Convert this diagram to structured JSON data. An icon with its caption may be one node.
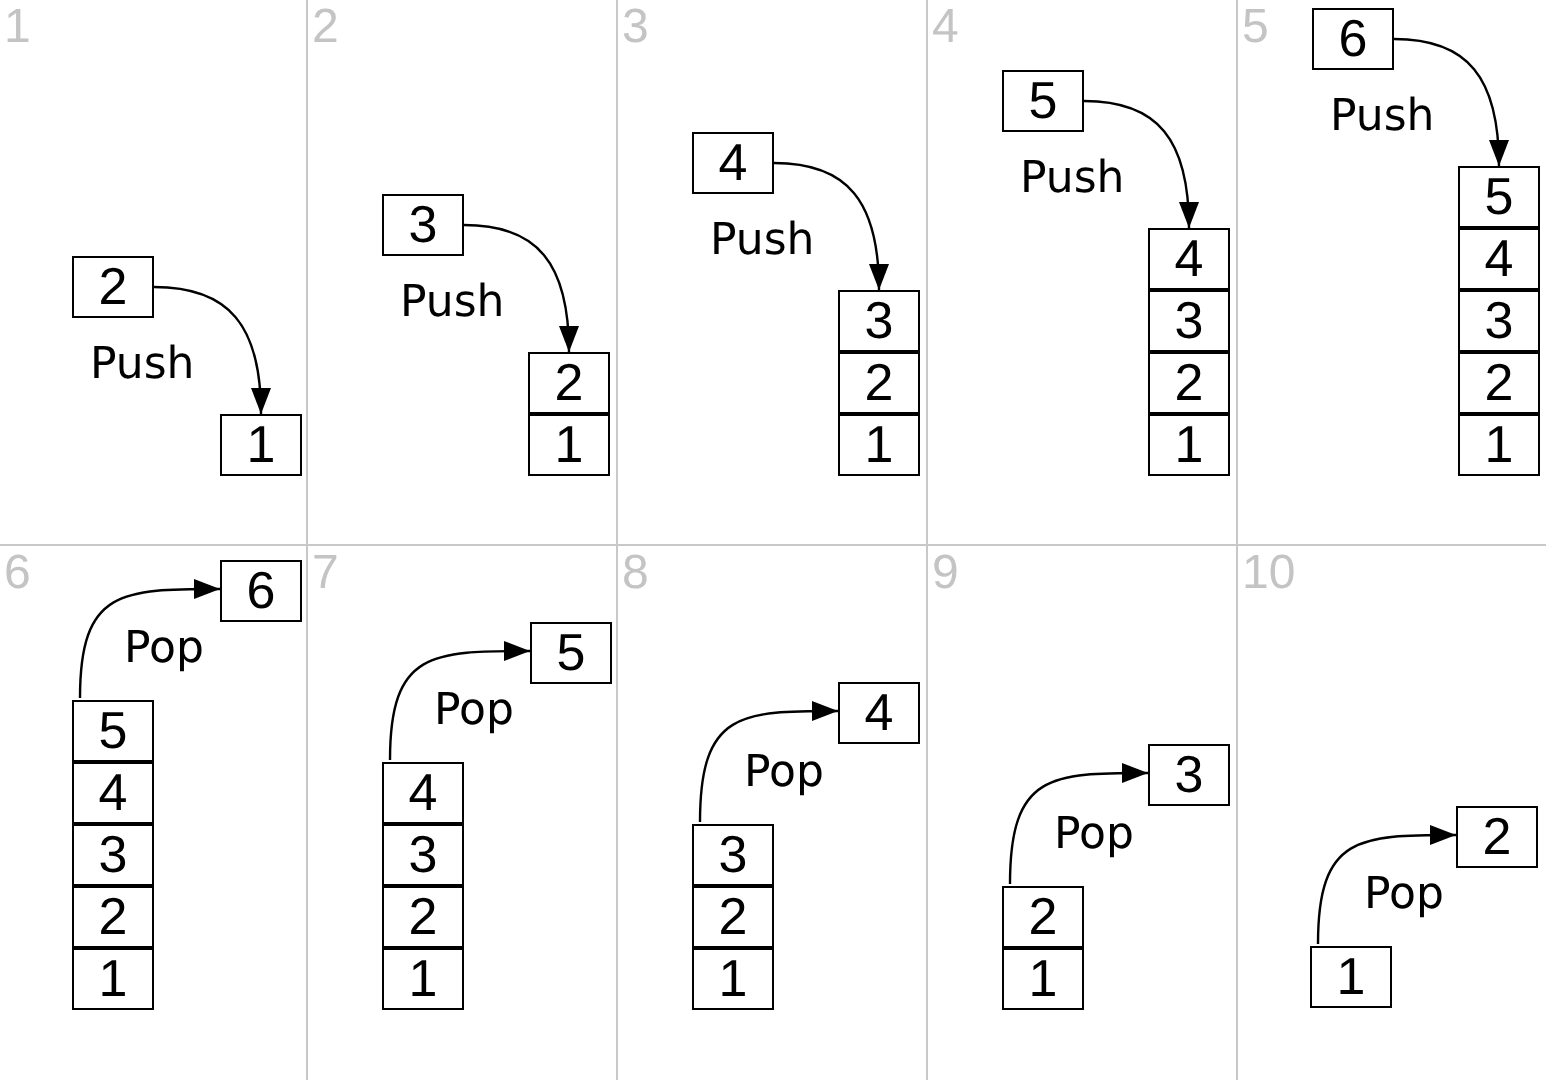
{
  "diagram": {
    "nodes": [
      {
        "text": [
          "1"
        ]
      },
      {
        "text": [
          "2"
        ],
        "in": 0
      },
      {
        "text": [
          "1"
        ],
        "in": 0
      },
      {
        "text": [
          "2"
        ]
      },
      {
        "text": [
          "3"
        ],
        "in": 3
      },
      {
        "text": [
          "2"
        ],
        "in": 3
      },
      {
        "text": [
          "1"
        ],
        "in": 3
      },
      {
        "text": [
          "3"
        ]
      },
      {
        "text": [
          "4"
        ],
        "in": 7
      },
      {
        "text": [
          "3"
        ],
        "in": 7
      },
      {
        "text": [
          "2"
        ],
        "in": 7
      },
      {
        "text": [
          "1"
        ],
        "in": 7
      },
      {
        "text": [
          "4"
        ]
      },
      {
        "text": [
          "5"
        ],
        "in": 12
      },
      {
        "text": [
          "4"
        ],
        "in": 12
      },
      {
        "text": [
          "3"
        ],
        "in": 12
      },
      {
        "text": [
          "2"
        ],
        "in": 12
      },
      {
        "text": [
          "1"
        ],
        "in": 12
      },
      {
        "text": [
          "5"
        ]
      },
      {
        "text": [
          "6"
        ],
        "in": 18
      },
      {
        "text": [
          "5"
        ],
        "in": 18
      },
      {
        "text": [
          "4"
        ],
        "in": 18
      },
      {
        "text": [
          "3"
        ],
        "in": 18
      },
      {
        "text": [
          "2"
        ],
        "in": 18
      },
      {
        "text": [
          "1"
        ],
        "in": 18
      },
      {
        "text": [
          "6"
        ]
      },
      {
        "text": [
          "6"
        ],
        "in": 25
      },
      {
        "text": [
          "5"
        ],
        "in": 25
      },
      {
        "text": [
          "4"
        ],
        "in": 25
      },
      {
        "text": [
          "3"
        ],
        "in": 25
      },
      {
        "text": [
          "2"
        ],
        "in": 25
      },
      {
        "text": [
          "1"
        ],
        "in": 25
      },
      {
        "text": [
          "7"
        ]
      },
      {
        "text": [
          "5"
        ],
        "in": 32
      },
      {
        "text": [
          "4"
        ],
        "in": 32
      },
      {
        "text": [
          "3"
        ],
        "in": 32
      },
      {
        "text": [
          "2"
        ],
        "in": 32
      },
      {
        "text": [
          "1"
        ],
        "in": 32
      },
      {
        "text": [
          "8"
        ]
      },
      {
        "text": [
          "4"
        ],
        "in": 38
      },
      {
        "text": [
          "3"
        ],
        "in": 38
      },
      {
        "text": [
          "2"
        ],
        "in": 38
      },
      {
        "text": [
          "1"
        ],
        "in": 38
      },
      {
        "text": [
          "9"
        ]
      },
      {
        "text": [
          "3"
        ],
        "in": 43
      },
      {
        "text": [
          "2"
        ],
        "in": 43
      },
      {
        "text": [
          "1"
        ],
        "in": 43
      },
      {
        "text": [
          "10"
        ]
      },
      {
        "text": [
          "2"
        ],
        "in": 47
      },
      {
        "text": [
          "1"
        ],
        "in": 47
      }
    ],
    "edges": [
      {
        "from": 1,
        "to": 2,
        "label": "Push",
        "arrow": "to"
      },
      {
        "from": 4,
        "to": 5,
        "label": "Push",
        "arrow": "to"
      },
      {
        "from": 8,
        "to": 9,
        "label": "Push",
        "arrow": "to"
      },
      {
        "from": 13,
        "to": 14,
        "label": "Push",
        "arrow": "to"
      },
      {
        "from": 19,
        "to": 20,
        "label": "Push",
        "arrow": "to"
      },
      {
        "from": 27,
        "to": 26,
        "label": "Pop",
        "arrow": "to"
      },
      {
        "from": 34,
        "to": 33,
        "label": "Pop",
        "arrow": "to"
      },
      {
        "from": 40,
        "to": 39,
        "label": "Pop",
        "arrow": "to"
      },
      {
        "from": 45,
        "to": 44,
        "label": "Pop",
        "arrow": "to"
      },
      {
        "from": 49,
        "to": 48,
        "label": "Pop",
        "arrow": "to"
      }
    ]
  }
}
